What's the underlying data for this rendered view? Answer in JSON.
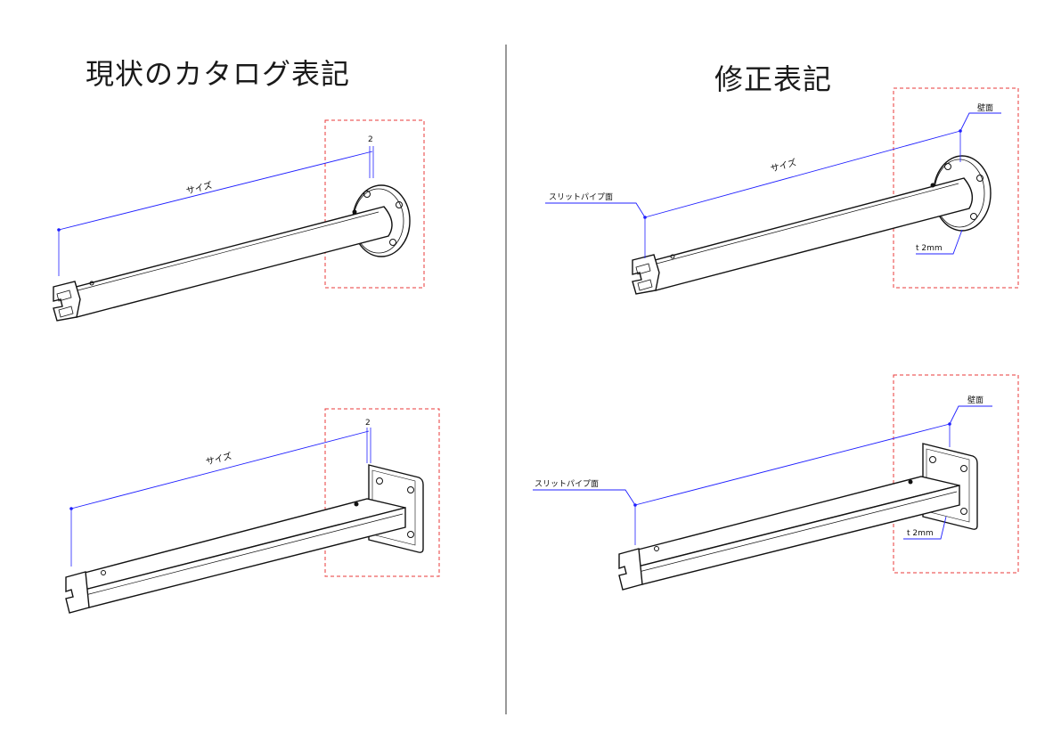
{
  "titles": {
    "current": "現状のカタログ表記",
    "revised": "修正表記"
  },
  "labels": {
    "size": "サイズ",
    "two": "2",
    "wall_face": "壁面",
    "slit_pipe_face": "スリットパイプ面",
    "thickness": "t 2mm"
  },
  "colors": {
    "dimension": "#2020ff",
    "highlight_box": "#e83a3a",
    "outline": "#111111",
    "divider": "#555555"
  }
}
